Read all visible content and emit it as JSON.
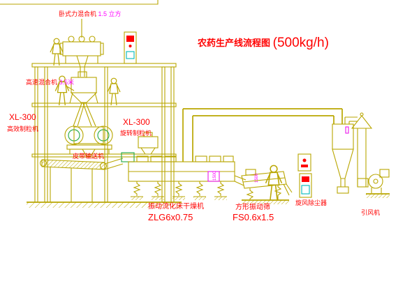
{
  "title": {
    "main": "农药生产线流程图",
    "capacity": "(500kg/h)"
  },
  "labels": {
    "horizontal_mixer": {
      "name": "卧式力混合机",
      "spec": "1.5 立方"
    },
    "high_speed_mixer": {
      "name": "高速混合机",
      "spec": "3.5米"
    },
    "granulator_left": {
      "model": "XL-300",
      "name": "高效制粒机"
    },
    "granulator_right": {
      "model": "XL-300",
      "name": "旋转制粒机"
    },
    "belt_conveyor": "皮带输送机",
    "fluid_bed": {
      "name": "振动流化床干燥机",
      "model": "ZLG6x0.75"
    },
    "screen": {
      "name": "方形振动筛",
      "model": "FS0.6x1.5"
    },
    "cyclone": "旋风除尘器",
    "fan": "引风机",
    "dim1": "1500",
    "dim2": "1500"
  },
  "colors": {
    "background": "#ffffff",
    "line_yellow": "#b9a600",
    "label_red": "#ff0000",
    "spec_magenta": "#ff00ff",
    "accent_green": "#2fae4e",
    "accent_cyan": "#00b7b7"
  }
}
